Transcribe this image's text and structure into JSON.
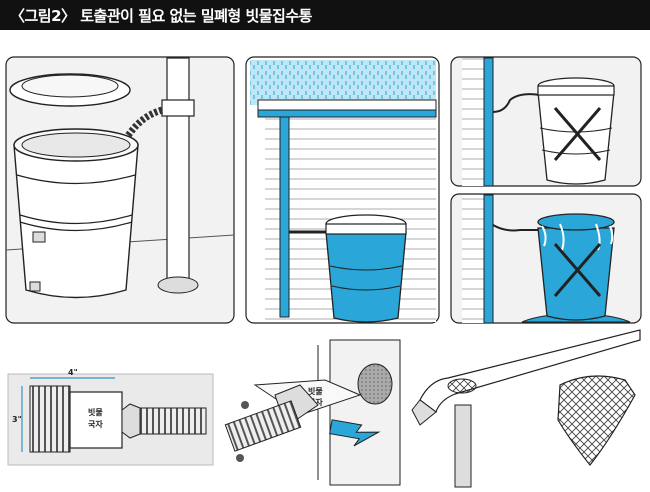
{
  "title": "〈그림2〉 토출관이 필요 없는 밀폐형 빗물집수통",
  "labels": {
    "raingate_a": "빗물",
    "raingate_b": "국자",
    "valve_a": "빗물",
    "valve_b": "국자",
    "dim_top": "4\"",
    "dim_side": "3\""
  },
  "colors": {
    "water": "#2aa7d8",
    "header": "#111111",
    "panel_bg": "#f2f2f2",
    "line": "#222222"
  }
}
